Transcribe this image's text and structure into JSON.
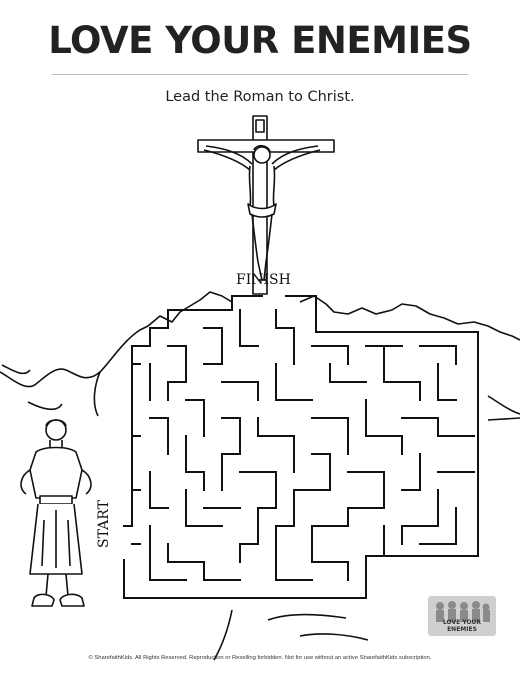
{
  "page": {
    "title": "LOVE YOUR ENEMIES",
    "subtitle": "Lead the Roman to Christ.",
    "finish_label": "FINISH",
    "start_label": "START",
    "footer": "© SharefaithKids. All Rights Reserved. Reproduction or Reselling forbidden. Not for use without an active SharefaithKids subscription.",
    "badge_label": "LOVE YOUR ENEMIES"
  },
  "illustrations": {
    "top_figure": "jesus-on-cross",
    "side_figure": "roman-soldier",
    "background": "mountains"
  },
  "colors": {
    "ink": "#111111",
    "rule": "#bbbbbb",
    "badge_bg": "#cfcfcf"
  }
}
